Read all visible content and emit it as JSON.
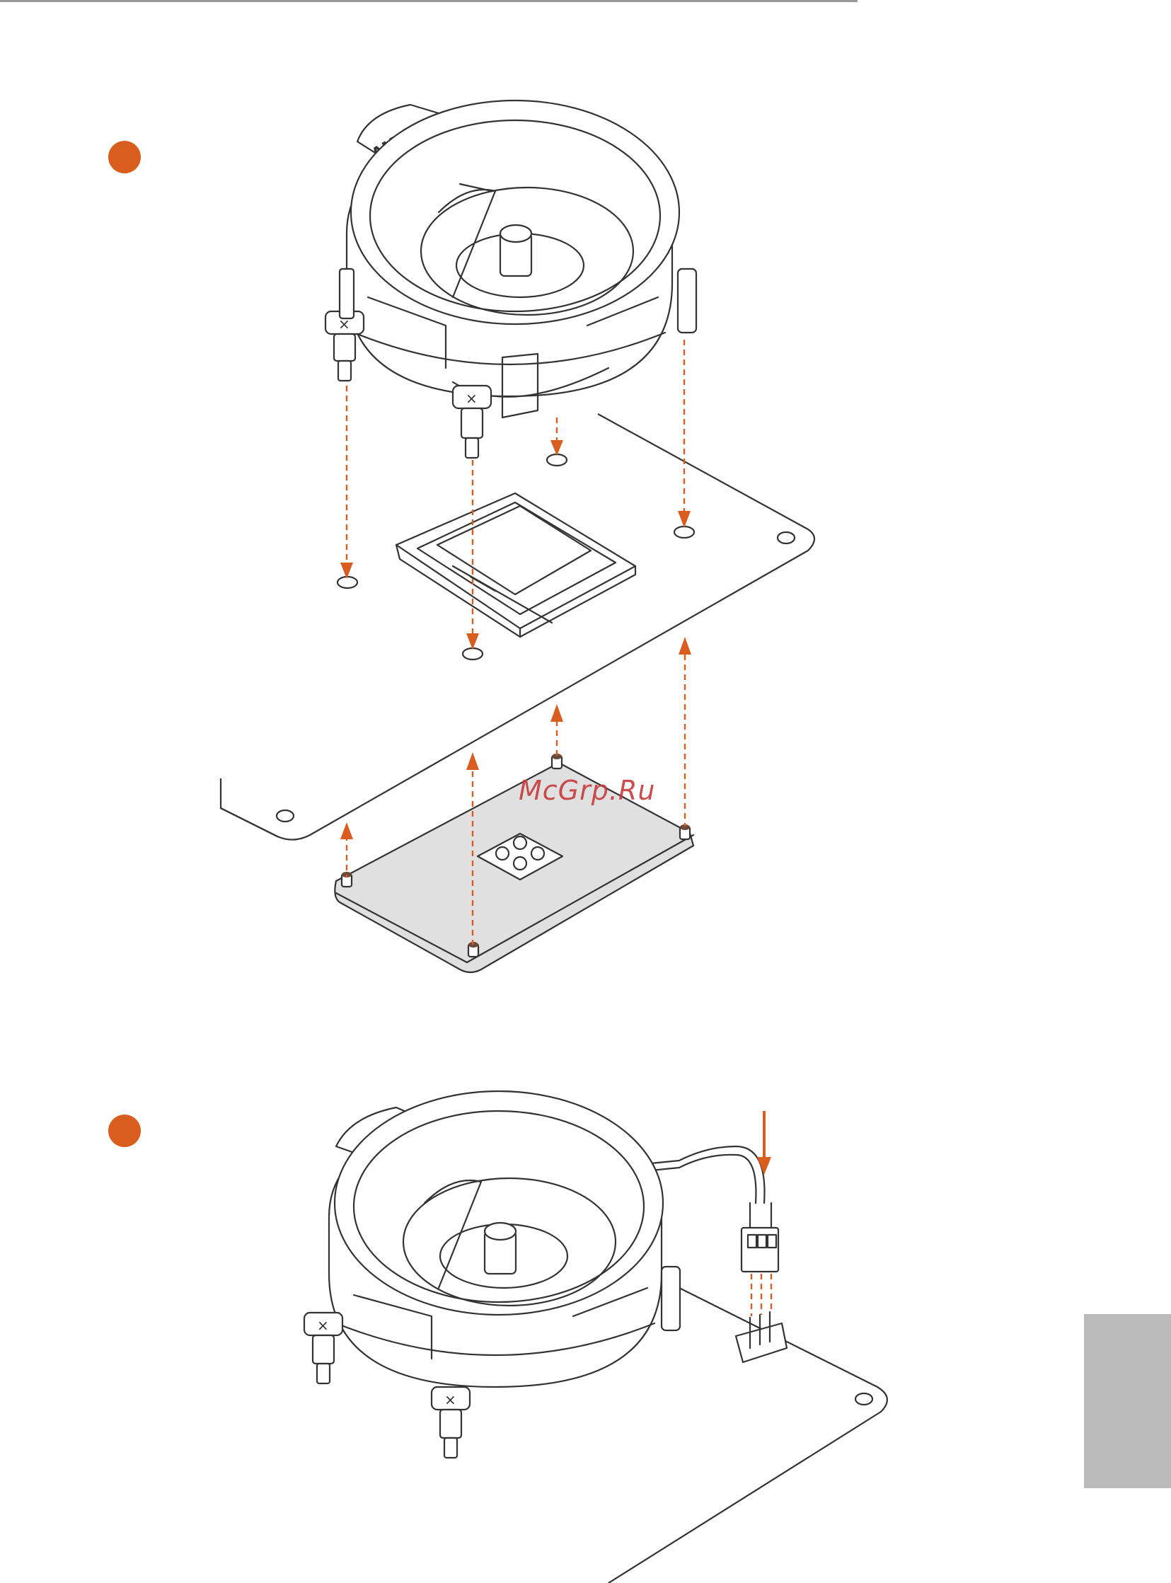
{
  "page": {
    "watermark": "McGrp.Ru",
    "cooler_logo_text": "AMDα"
  },
  "colors": {
    "accent": "#d95d1f",
    "side_tab": "#bbbbbb",
    "line_art": "#333333"
  },
  "steps": [
    {
      "id": "1",
      "icon": "orange-dot"
    },
    {
      "id": "2",
      "icon": "orange-dot"
    }
  ]
}
